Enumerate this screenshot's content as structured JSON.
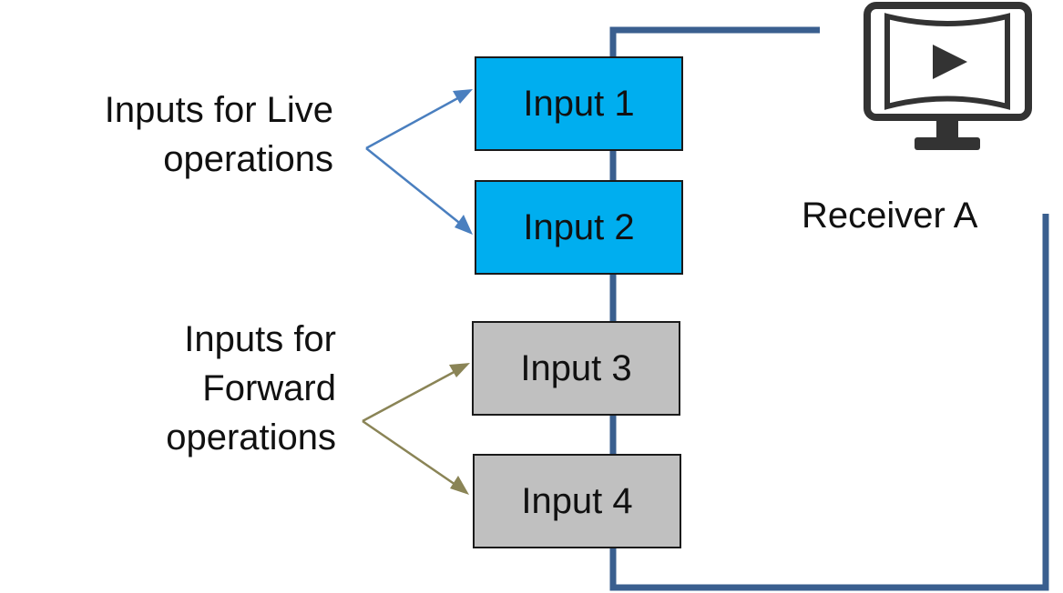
{
  "labels": {
    "live": [
      "Inputs for Live",
      "operations"
    ],
    "forward": [
      "Inputs for",
      "Forward",
      "operations"
    ],
    "receiver": "Receiver A"
  },
  "inputs": [
    {
      "label": "Input 1",
      "group": "live"
    },
    {
      "label": "Input 2",
      "group": "live"
    },
    {
      "label": "Input 3",
      "group": "forward"
    },
    {
      "label": "Input 4",
      "group": "forward"
    }
  ],
  "icons": {
    "receiver": "monitor-play-icon"
  },
  "colors": {
    "live_fill": "#00aeef",
    "forward_fill": "#c0c0c0",
    "bus_line": "#3a5f8f",
    "live_arrow": "#4a7fbf",
    "forward_arrow": "#8a8456",
    "icon": "#333333"
  }
}
